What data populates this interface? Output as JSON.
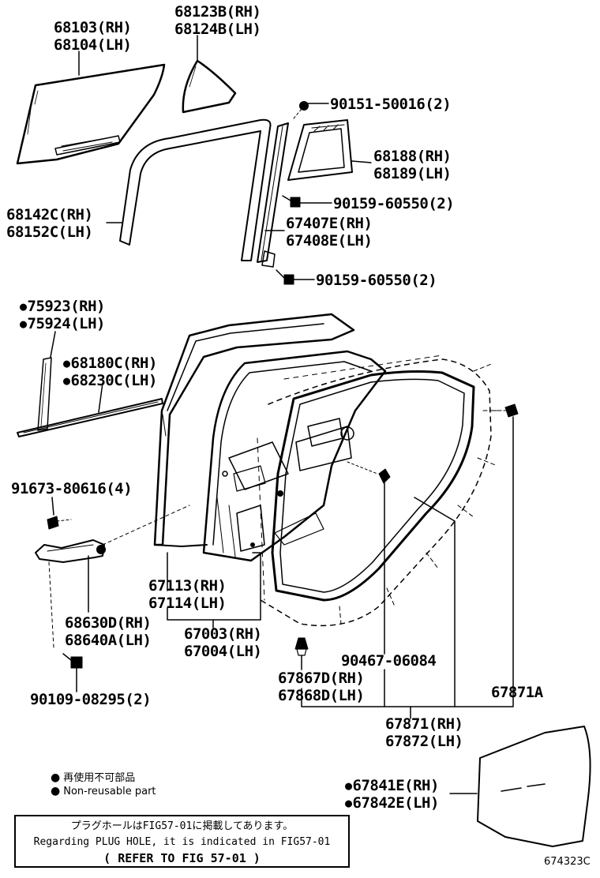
{
  "labels": {
    "glass": [
      "68103(RH)",
      "68104(LH)"
    ],
    "quarter_glass": [
      "68123B(RH)",
      "68124B(LH)"
    ],
    "bolt_top": [
      "90151-50016(2)"
    ],
    "quarter_frame": [
      "68188(RH)",
      "68189(LH)"
    ],
    "screw_mid": [
      "90159-60550(2)"
    ],
    "run_channel": [
      "68142C(RH)",
      "68152C(LH)"
    ],
    "division_bar": [
      "67407E(RH)",
      "67408E(LH)"
    ],
    "screw_low": [
      "90159-60550(2)"
    ],
    "garnish": [
      "75923(RH)",
      "75924(LH)"
    ],
    "belt_mould": [
      "68180C(RH)",
      "68230C(LH)"
    ],
    "hinge_bolt": [
      "91673-80616(4)"
    ],
    "door_panel": [
      "67113(RH)",
      "67114(LH)"
    ],
    "hinge": [
      "68630D(RH)",
      "68640A(LH)"
    ],
    "door_assy": [
      "67003(RH)",
      "67004(LH)"
    ],
    "hinge_screw": [
      "90109-08295(2)"
    ],
    "clip": [
      "90467-06084"
    ],
    "weatherstrip_small": [
      "67867D(RH)",
      "67868D(LH)"
    ],
    "weatherstrip_a": [
      "67871A"
    ],
    "weatherstrip": [
      "67871(RH)",
      "67872(LH)"
    ],
    "service_hole_cover": [
      "67841E(RH)",
      "67842E(LH)"
    ]
  },
  "legend": [
    {
      "bullet": "●",
      "text": "再使用不可部品"
    },
    {
      "bullet": "●",
      "text": "Non-reusable part"
    }
  ],
  "note": {
    "line1": "プラグホールはFIG57-01に掲載してあります。",
    "line2": "Regarding PLUG HOLE, it is indicated in FIG57-01",
    "line3": "( REFER TO FIG 57-01 )"
  },
  "figure_id": "674323C"
}
